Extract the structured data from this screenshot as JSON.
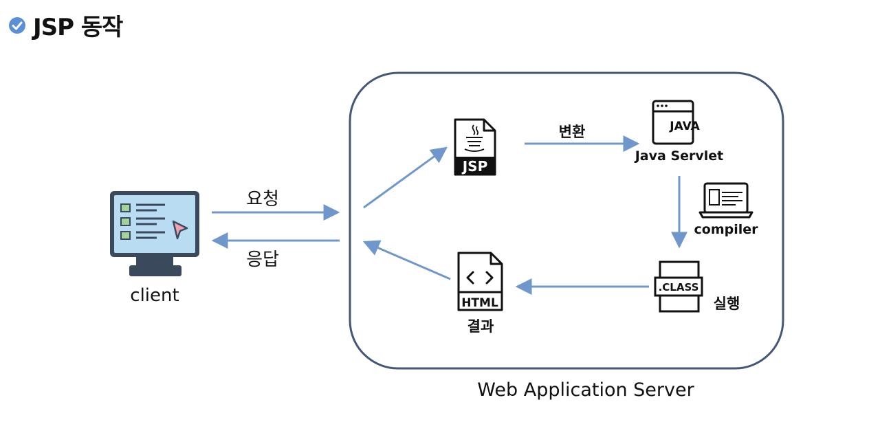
{
  "title": "JSP 동작",
  "nodes": {
    "client": "client",
    "jsp": "JSP",
    "java_servlet": "Java Servlet",
    "java_icon_text": "JAVA",
    "compiler": "compiler",
    "class_icon_text": ".CLASS",
    "html_icon_text": "HTML",
    "result": "결과",
    "execute": "실행"
  },
  "edges": {
    "request": "요청",
    "response": "응답",
    "convert": "변환"
  },
  "container_label": "Web Application Server",
  "colors": {
    "arrow": "#6f97cb",
    "container_border": "#44577a",
    "title_check": "#5b8fd6",
    "monitor_screen": "#b9dcf3",
    "monitor_frame": "#3a4a5c",
    "checkbox_green": "#a3d39c",
    "cursor_pink": "#f1a2b0"
  },
  "icons": [
    "check-circle-icon",
    "monitor-icon",
    "jsp-file-icon",
    "java-window-icon",
    "laptop-icon",
    "class-file-icon",
    "html-file-icon"
  ]
}
